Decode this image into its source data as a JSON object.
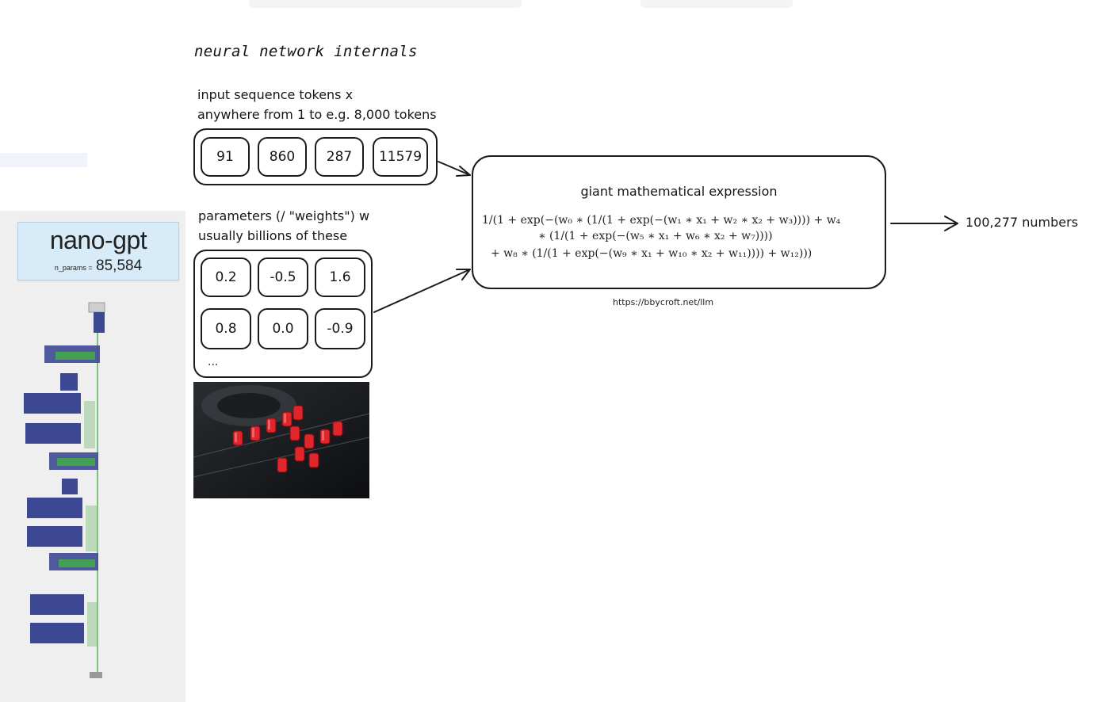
{
  "title": "neural network internals",
  "input": {
    "label_line1": "input sequence tokens x",
    "label_line2": "anywhere from 1 to e.g. 8,000 tokens",
    "tokens": [
      "91",
      "860",
      "287",
      "11579"
    ]
  },
  "params": {
    "label_line1": "parameters (/ \"weights\") w",
    "label_line2": "usually billions of these",
    "row1": [
      "0.2",
      "-0.5",
      "1.6"
    ],
    "row2": [
      "0.8",
      "0.0",
      "-0.9"
    ],
    "ellipsis": "..."
  },
  "expression": {
    "title": "giant mathematical expression",
    "line1": "1/(1 + exp(−(w₀ ∗ (1/(1 + exp(−(w₁ ∗ x₁ + w₂ ∗ x₂ + w₃)))) + w₄",
    "line2": "∗ (1/(1 + exp(−(w₅ ∗ x₁ + w₆ ∗ x₂ + w₇))))",
    "line3": "+ w₈ ∗ (1/(1 + exp(−(w₉ ∗ x₁ + w₁₀ ∗ x₂ + w₁₁)))) + w₁₂)))",
    "source_url": "https://bbycroft.net/llm"
  },
  "output": {
    "label": "100,277 numbers"
  },
  "nano_gpt": {
    "title": "nano-gpt",
    "params_key": "n_params =",
    "params_value": "85,584"
  },
  "colors": {
    "ink": "#1b1b1b",
    "panel_bg": "#efefef",
    "card_bg": "#d8ebf8",
    "block_blue": "#3d4894",
    "accent_green": "#41b341",
    "knob_red": "#e0262c"
  }
}
